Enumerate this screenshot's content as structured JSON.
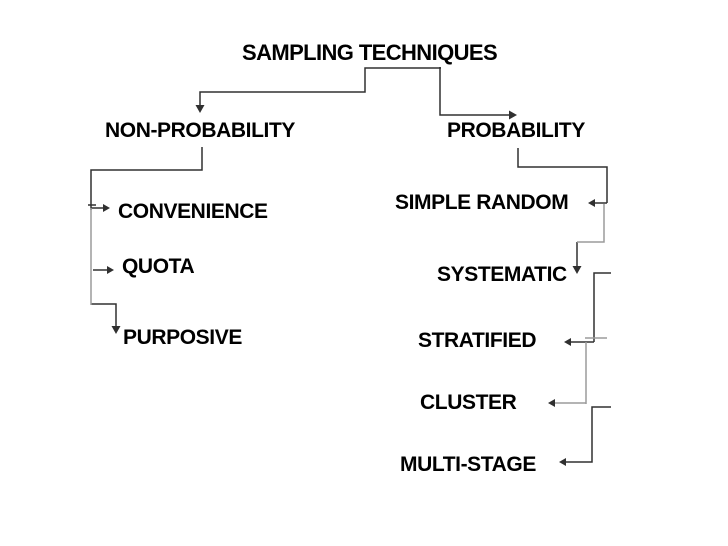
{
  "diagram": {
    "title": "SAMPLING TECHNIQUES",
    "branches": [
      {
        "label": "NON-PROBABILITY",
        "children": [
          {
            "label": "CONVENIENCE"
          },
          {
            "label": "QUOTA"
          },
          {
            "label": "PURPOSIVE"
          }
        ]
      },
      {
        "label": "PROBABILITY",
        "children": [
          {
            "label": "SIMPLE RANDOM"
          },
          {
            "label": "SYSTEMATIC"
          },
          {
            "label": "STRATIFIED"
          },
          {
            "label": "CLUSTER"
          },
          {
            "label": "MULTI-STAGE"
          }
        ]
      }
    ]
  },
  "colors": {
    "text": "#000000",
    "line_dark": "#303030",
    "line_gray": "#9b9b9b",
    "background": "#ffffff"
  }
}
